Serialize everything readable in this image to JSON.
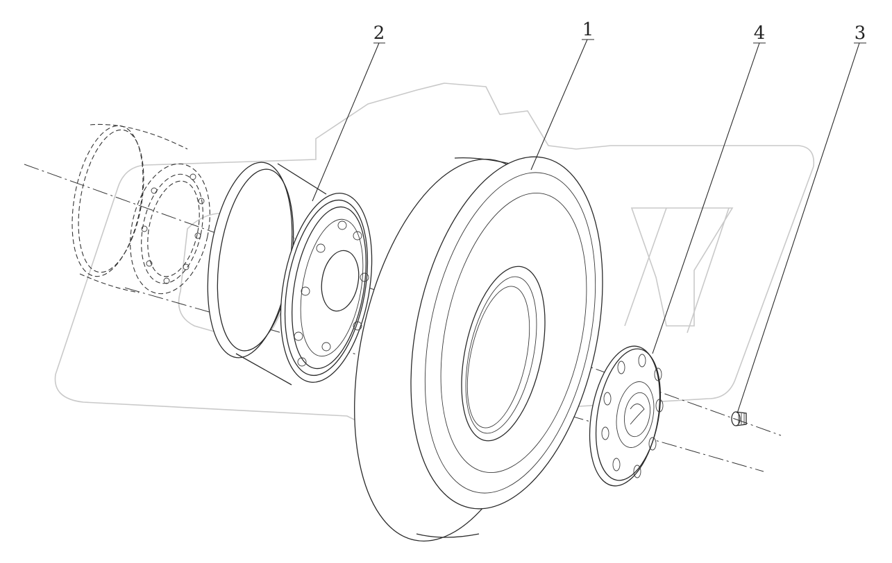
{
  "diagram": {
    "callouts": [
      {
        "id": "tire",
        "label": "1"
      },
      {
        "id": "rim",
        "label": "2"
      },
      {
        "id": "valve",
        "label": "3"
      },
      {
        "id": "hubcap",
        "label": "4"
      }
    ]
  }
}
